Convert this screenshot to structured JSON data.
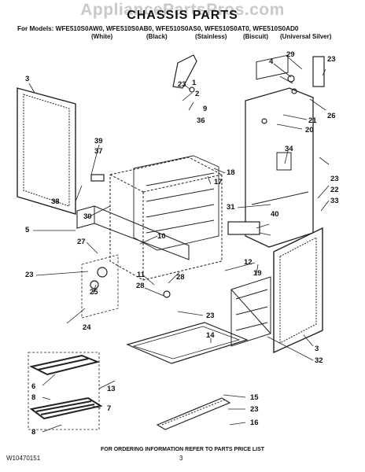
{
  "watermark": "AppliancePartsPros.com",
  "title": "CHASSIS PARTS",
  "models_line": "For Models: WFE510S0AW0, WFE510S0AB0, WFE510S0AS0, WFE510S0AT0, WFE510S0AD0",
  "finishes": [
    "(White)",
    "(Black)",
    "(Stainless)",
    "(Biscuit)",
    "(Universal Silver)"
  ],
  "callouts": [
    "3",
    "39",
    "37",
    "38",
    "30",
    "5",
    "27",
    "23",
    "24",
    "25",
    "10",
    "11",
    "28",
    "28",
    "23",
    "23",
    "4",
    "29",
    "23",
    "1",
    "2",
    "9",
    "36",
    "26",
    "21",
    "20",
    "34",
    "18",
    "17",
    "31",
    "40",
    "12",
    "19",
    "33",
    "22",
    "23",
    "3",
    "32",
    "14",
    "13",
    "15",
    "23",
    "16",
    "6",
    "8",
    "7",
    "8"
  ],
  "footer": {
    "order_info": "FOR ORDERING INFORMATION REFER TO PARTS PRICE LIST",
    "doc_number": "W10470151",
    "page_number": "3"
  }
}
